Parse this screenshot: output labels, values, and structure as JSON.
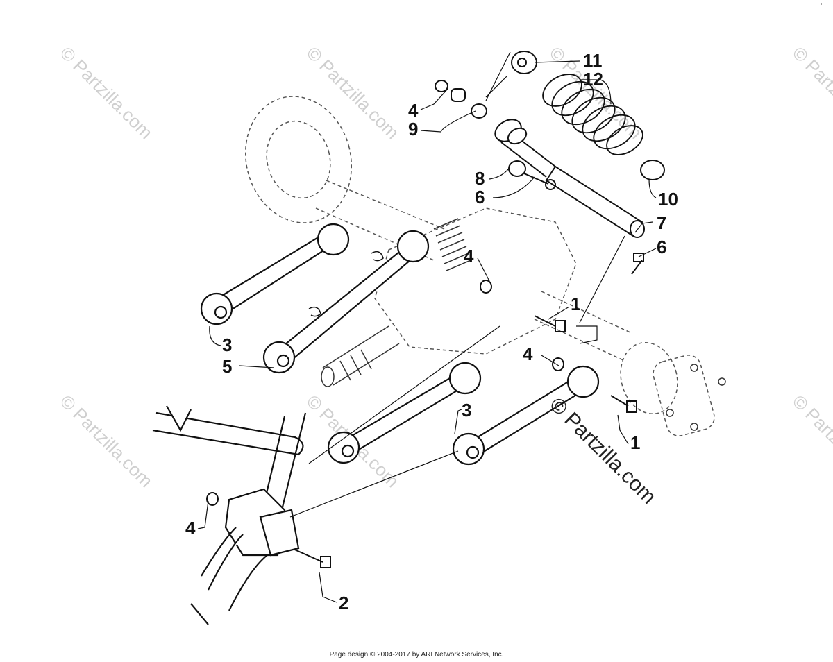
{
  "watermarks": {
    "tile_text": "© Partzilla.com",
    "main_text": "© Partzilla.com"
  },
  "callouts": [
    {
      "id": "c11a",
      "text": "11"
    },
    {
      "id": "c12",
      "text": "12"
    },
    {
      "id": "c4a",
      "text": "4"
    },
    {
      "id": "c9",
      "text": "9"
    },
    {
      "id": "c8",
      "text": "8"
    },
    {
      "id": "c6a",
      "text": "6"
    },
    {
      "id": "c10",
      "text": "10"
    },
    {
      "id": "c7",
      "text": "7"
    },
    {
      "id": "c6b",
      "text": "6"
    },
    {
      "id": "c4b",
      "text": "4"
    },
    {
      "id": "c1a",
      "text": "1"
    },
    {
      "id": "c4c",
      "text": "4"
    },
    {
      "id": "c3a",
      "text": "3"
    },
    {
      "id": "c5",
      "text": "5"
    },
    {
      "id": "c3b",
      "text": "3"
    },
    {
      "id": "c1b",
      "text": "1"
    },
    {
      "id": "c4d",
      "text": "4"
    },
    {
      "id": "c2",
      "text": "2"
    }
  ],
  "footer": {
    "text": "Page design © 2004-2017 by ARI Network Services, Inc."
  },
  "colors": {
    "line": "#111111",
    "dashed": "#555555",
    "watermark": "#cfcfcf"
  }
}
